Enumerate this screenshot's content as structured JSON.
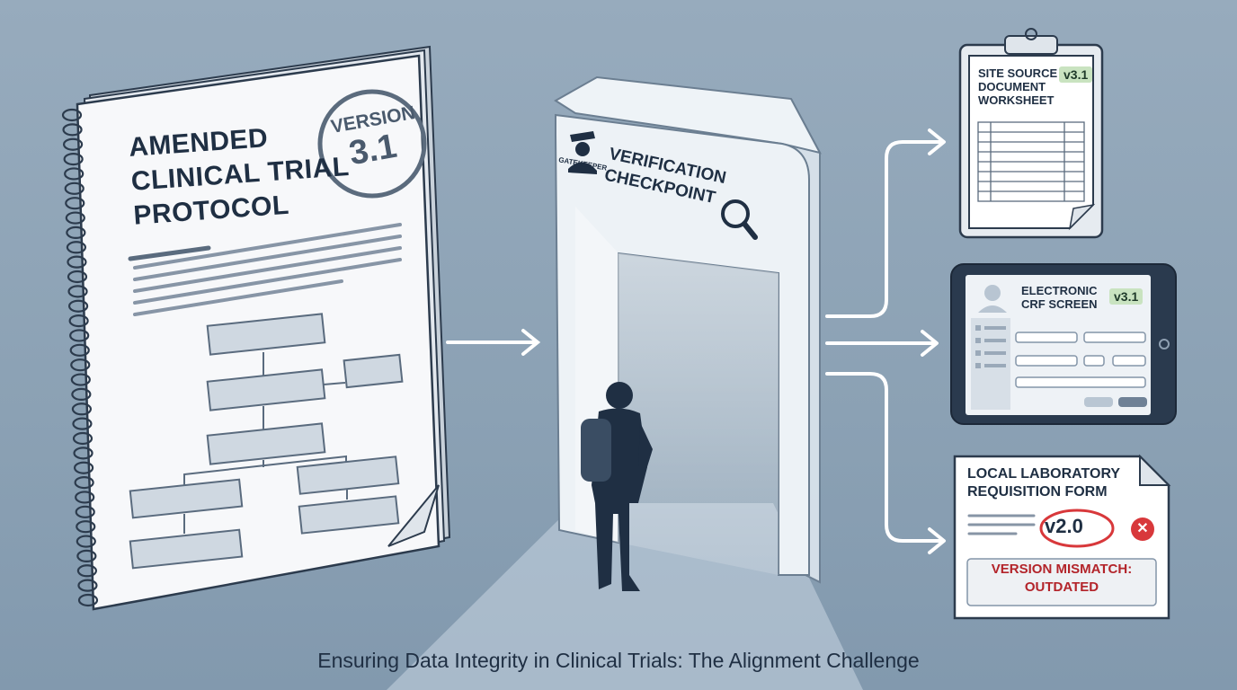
{
  "protocol": {
    "title_lines": [
      "AMENDED",
      "CLINICAL TRIAL",
      "PROTOCOL"
    ],
    "stamp_label": "VERSION",
    "stamp_number": "3.1"
  },
  "gate": {
    "title_lines": [
      "VERIFICATION",
      "CHECKPOINT"
    ],
    "badge": "GATEKEEPER"
  },
  "outputs": {
    "worksheet": {
      "title_lines": [
        "SITE SOURCE",
        "DOCUMENT",
        "WORKSHEET"
      ],
      "version": "v3.1"
    },
    "crf": {
      "title_lines": [
        "ELECTRONIC",
        "CRF SCREEN"
      ],
      "version": "v3.1"
    },
    "lab": {
      "title_lines": [
        "LOCAL LABORATORY",
        "REQUISITION FORM"
      ],
      "version": "v2.0",
      "status_icon": "x-circle-icon",
      "warning_lines": [
        "VERSION MISMATCH:",
        "OUTDATED"
      ]
    }
  },
  "caption": "Ensuring Data Integrity in Clinical Trials: The Alignment Challenge",
  "colors": {
    "ink": "#1f2f43",
    "accent_red": "#d8383b",
    "badge_green": "#c9e3c0",
    "background": "#8fa4b6"
  }
}
